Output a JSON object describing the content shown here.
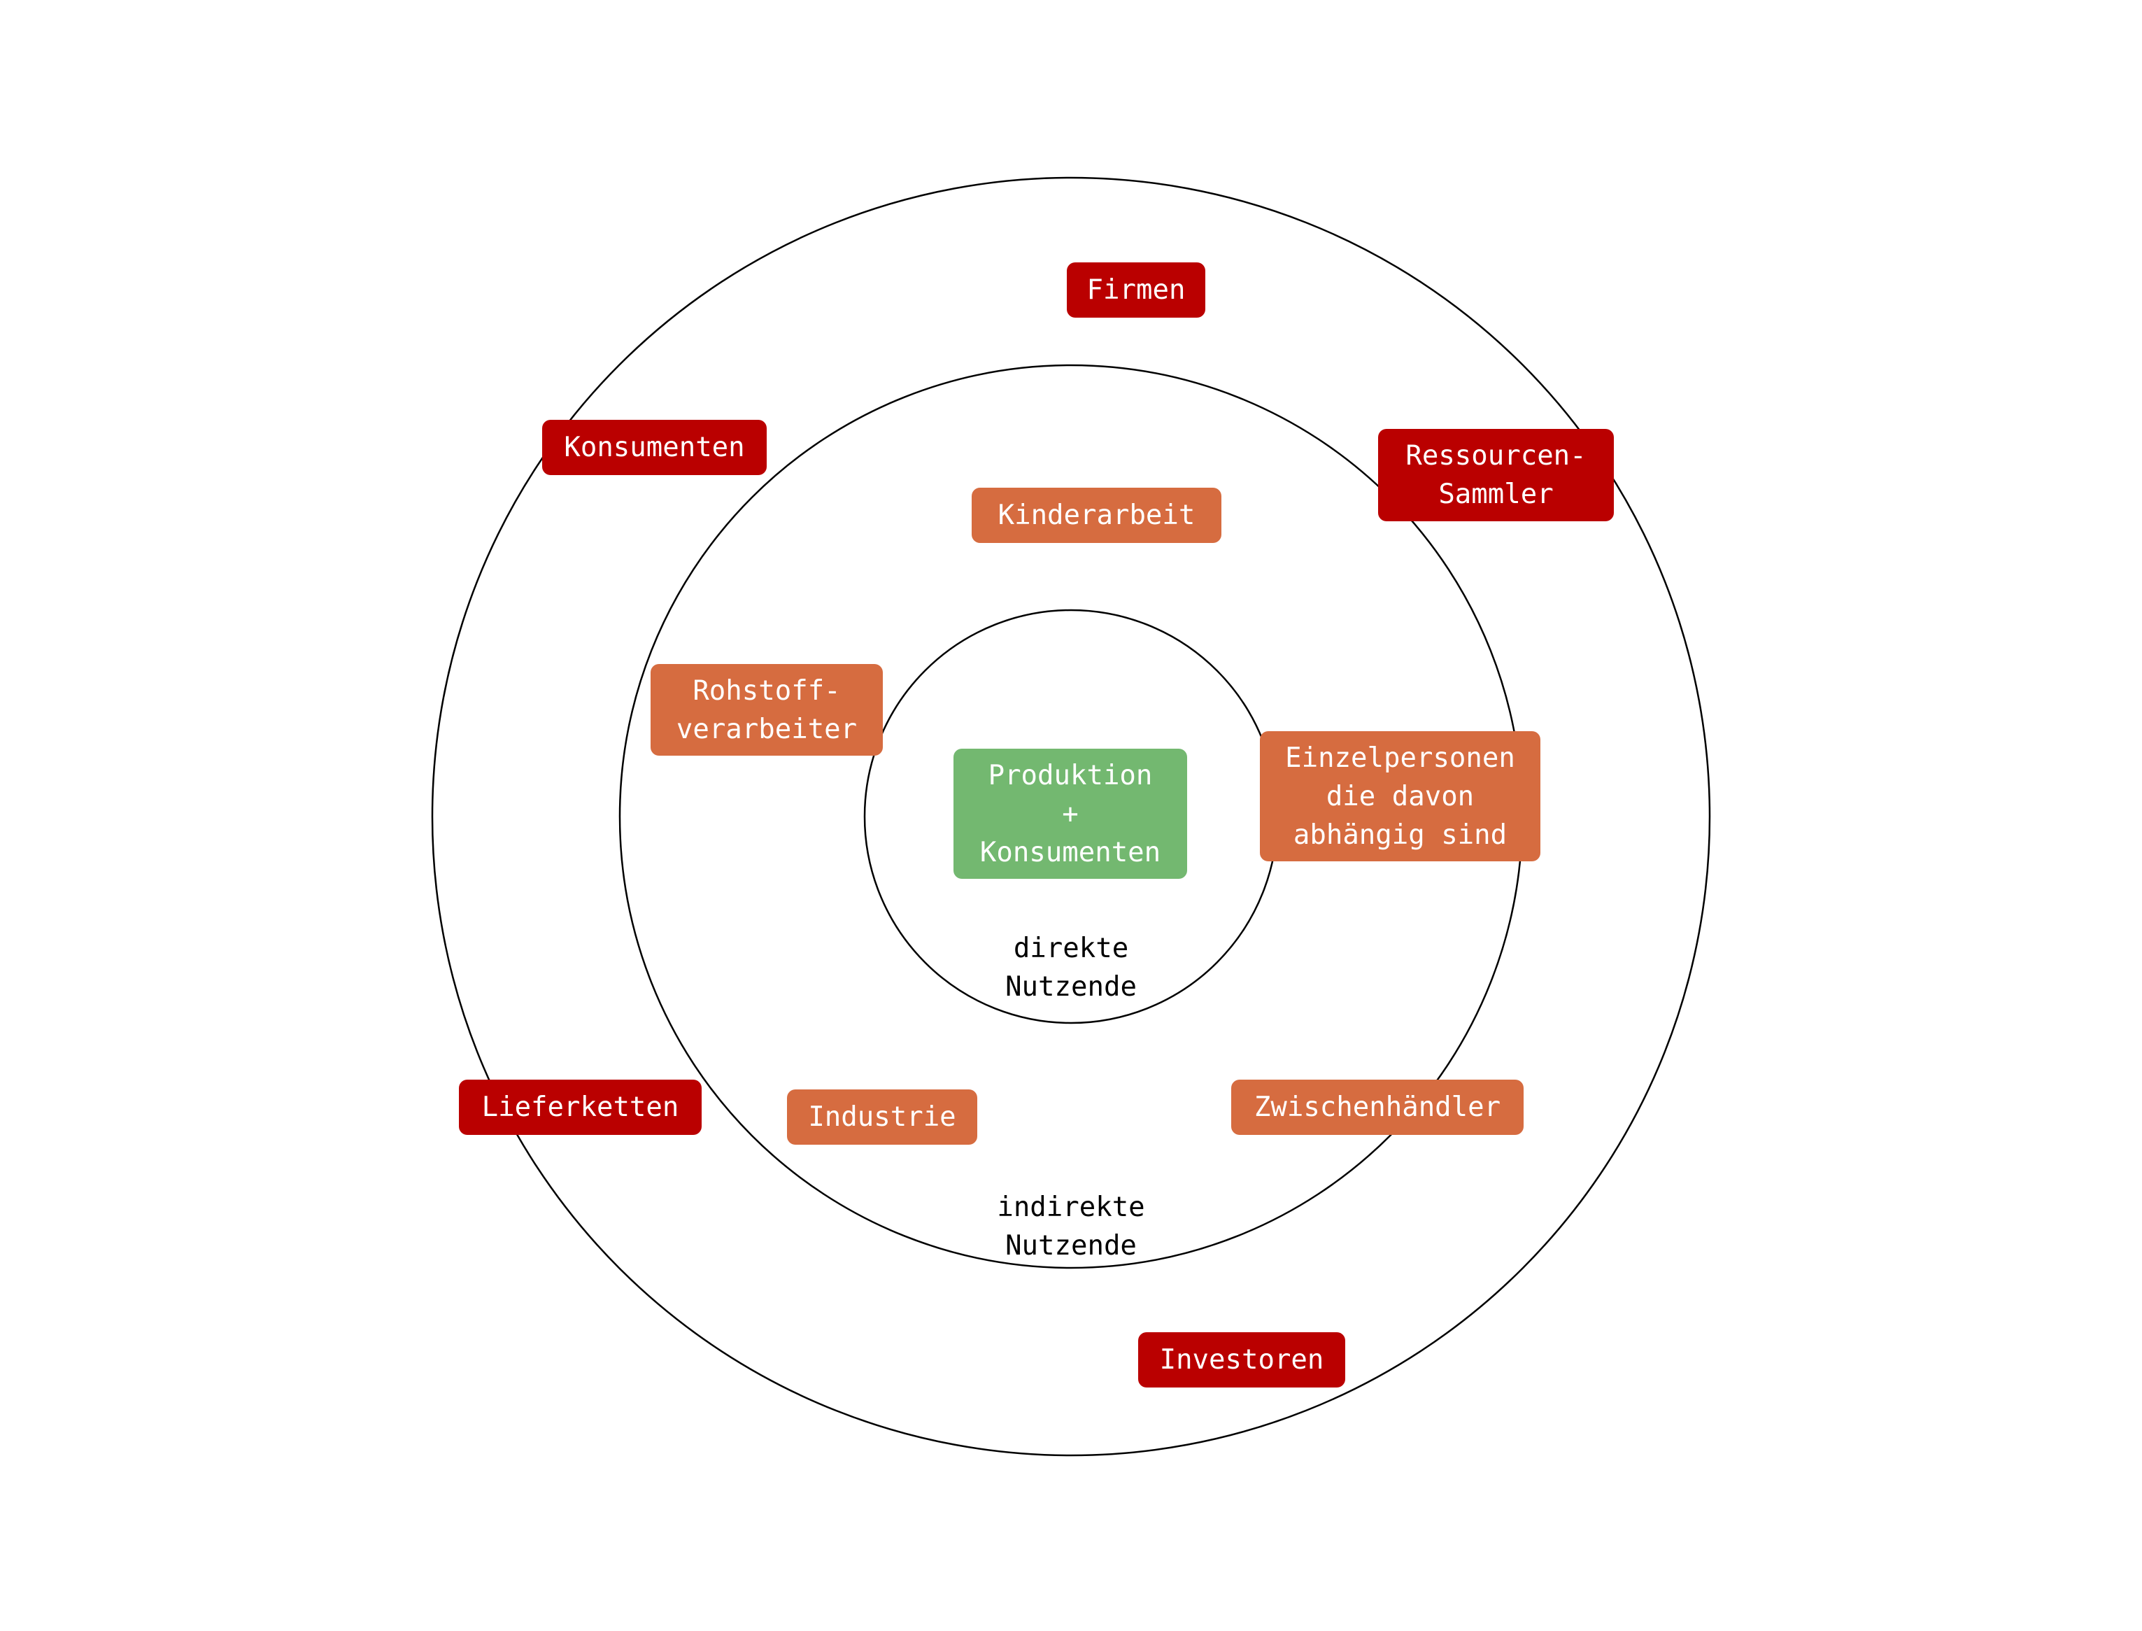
{
  "colors": {
    "outer": "#BA0000",
    "middle": "#D66C40",
    "core": "#73B870",
    "ring": "#000000"
  },
  "core": {
    "lines": [
      "Produktion",
      "+",
      "Konsumenten"
    ]
  },
  "rings": {
    "inner_label": [
      "direkte",
      "Nutzende"
    ],
    "middle_label": [
      "indirekte",
      "Nutzende"
    ]
  },
  "middle_items": [
    {
      "lines": [
        "Kinderarbeit"
      ]
    },
    {
      "lines": [
        "Rohstoff-",
        "verarbeiter"
      ]
    },
    {
      "lines": [
        "Einzelpersonen",
        "die davon",
        "abhängig sind"
      ]
    },
    {
      "lines": [
        "Industrie"
      ]
    },
    {
      "lines": [
        "Zwischenhändler"
      ]
    }
  ],
  "outer_items": [
    {
      "lines": [
        "Firmen"
      ]
    },
    {
      "lines": [
        "Konsumenten"
      ]
    },
    {
      "lines": [
        "Ressourcen-",
        "Sammler"
      ]
    },
    {
      "lines": [
        "Lieferketten"
      ]
    },
    {
      "lines": [
        "Investoren"
      ]
    }
  ]
}
